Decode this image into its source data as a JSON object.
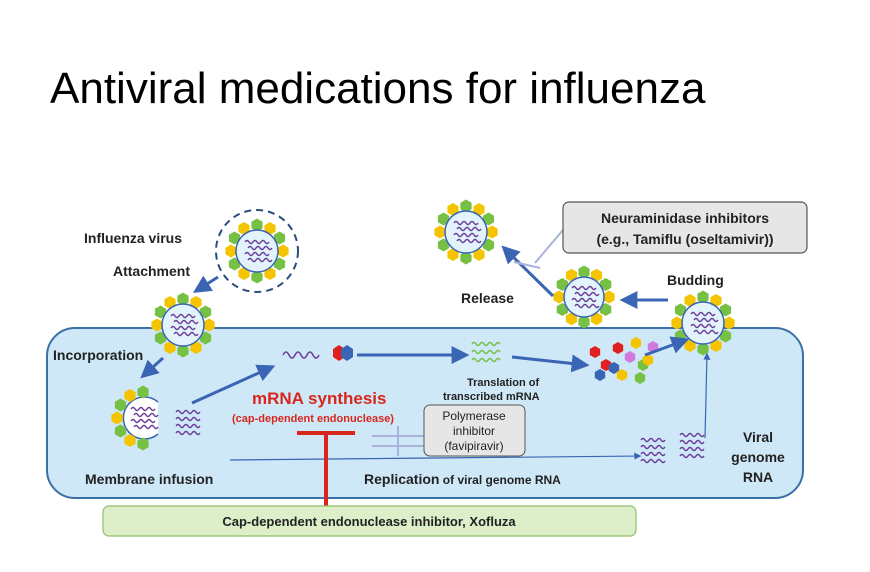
{
  "title": "Antiviral medications for influenza",
  "labels": {
    "influenza_virus": "Influenza virus",
    "attachment": "Attachment",
    "incorporation": "Incorporation",
    "membrane_infusion": "Membrane infusion",
    "mrna_synthesis": "mRNA synthesis",
    "cap_dependent": "(cap-dependent  endonuclease)",
    "translation_line1": "Translation of",
    "translation_line2": "transcribed mRNA",
    "polymerase_line1": "Polymerase",
    "polymerase_line2": "inhibitor",
    "polymerase_line3": "(favipiravir)",
    "replication_bold": "Replication",
    "replication_rest": " of viral genome RNA",
    "viral_line1": "Viral",
    "viral_line2": "genome",
    "viral_line3": "RNA",
    "release": "Release",
    "budding": "Budding",
    "neuraminidase_line1": "Neuraminidase inhibitors",
    "neuraminidase_line2": "(e.g., Tamiflu (oseltamivir))",
    "xofluza": "Cap-dependent endonuclease inhibitor, Xofluza"
  },
  "colors": {
    "cell_fill": "#cfe8f7",
    "cell_stroke": "#3b6fa8",
    "arrow": "#3a64b4",
    "hex_yellow": "#f5c400",
    "hex_green": "#76c043",
    "rna": "#6a3d9a",
    "mrna_red": "#e02020",
    "inhibitor_red": "#d9261c",
    "xofluza_fill": "#dcefc9",
    "callout_fill": "#e6e6e6"
  }
}
